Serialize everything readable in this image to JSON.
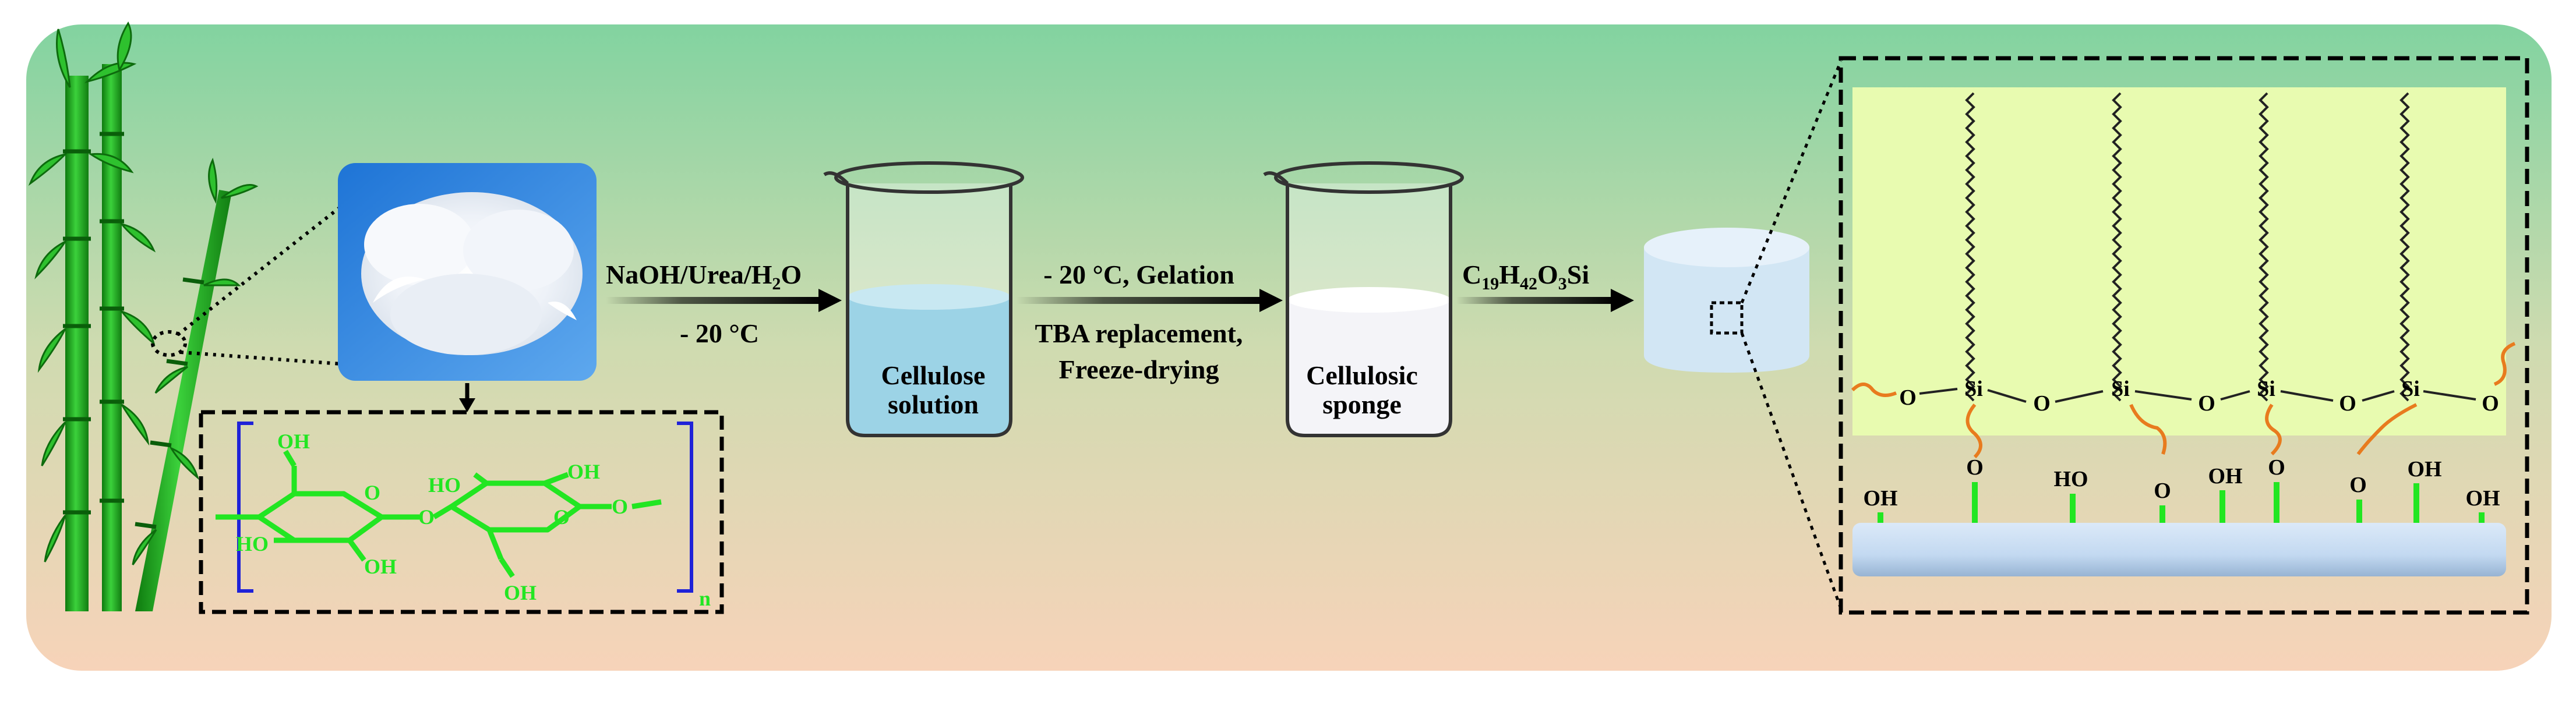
{
  "colors": {
    "panel_top": "#85d4a2",
    "panel_bottom": "#f7d4bb",
    "bamboo_green": "#2ec12e",
    "structure_green": "#22e622",
    "bracket_blue": "#1f22d8",
    "chain_orange": "#e87b1e",
    "coating_lime": "#e8fbb0",
    "solution_blue": "#9cd3e6",
    "sponge_white": "#f4f4f8",
    "substrate_blue": "#c4dcf4"
  },
  "icons": [
    "bamboo-plant",
    "cotton-cellulose-photo",
    "beaker-cellulose-solution",
    "beaker-cellulosic-sponge",
    "sponge-cylinder",
    "hydrophobic-surface-zoom"
  ],
  "labels": {
    "step1_reagent": "NaOH/Urea/H",
    "step1_reagent_sub": "2",
    "step1_reagent_tail": "O",
    "step1_temp": "- 20 °C",
    "step2_line1": "- 20 °C, Gelation",
    "step2_line2": "TBA replacement,",
    "step2_line3": "Freeze-drying",
    "beaker1_line1": "Cellulose",
    "beaker1_line2": "solution",
    "beaker2_line1": "Cellulosic",
    "beaker2_line2": "sponge",
    "step3_c": "C",
    "step3_c_sub": "19",
    "step3_h": "H",
    "step3_h_sub": "42",
    "step3_o": "O",
    "step3_o_sub": "3",
    "step3_si": "Si"
  },
  "structure": {
    "oh": "OH",
    "ho": "HO",
    "o": "O",
    "repeat": "n"
  },
  "zoom": {
    "si": "Si",
    "o": "O",
    "oh": "OH",
    "ho": "HO"
  }
}
